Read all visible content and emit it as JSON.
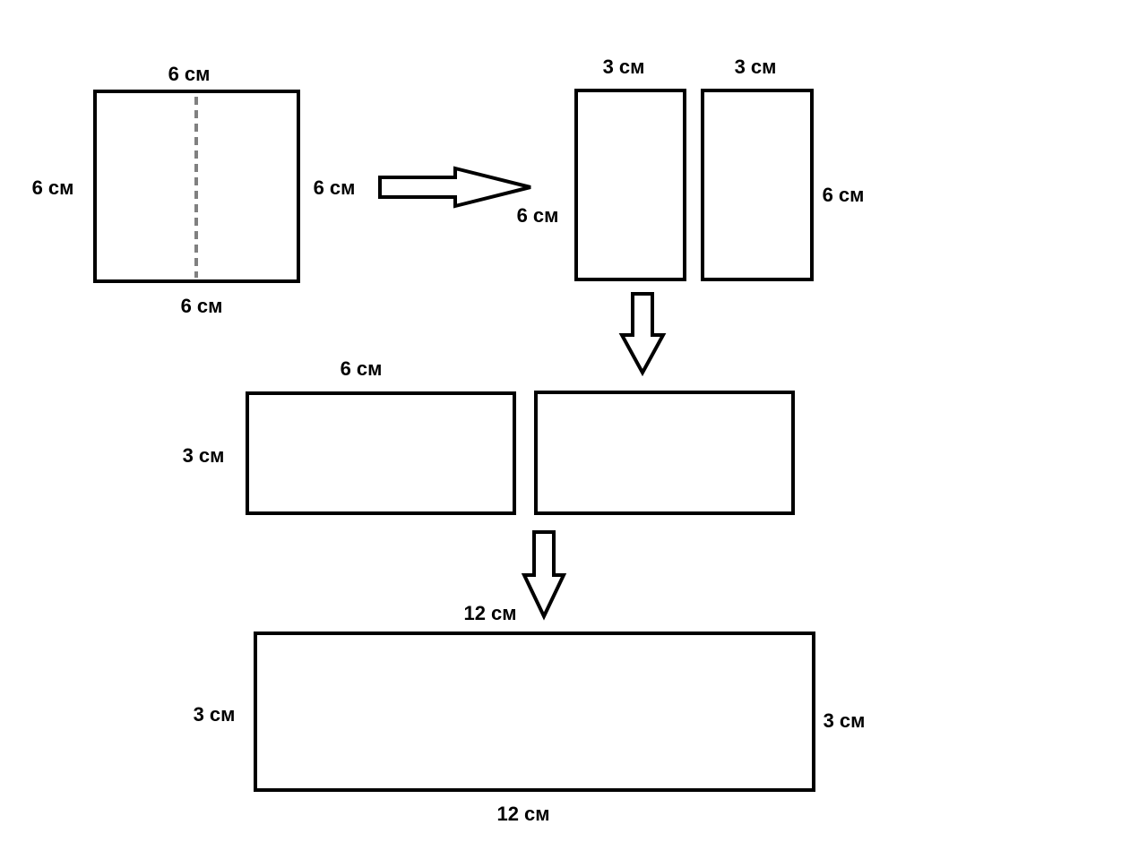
{
  "colors": {
    "background": "#ffffff",
    "outline": "#000000",
    "cut_line": "#808080"
  },
  "square": {
    "top": "6 см",
    "left": "6 см",
    "right": "6 см",
    "bottom": "6 см"
  },
  "halves": {
    "left_top": "3 см",
    "right_top": "3 см",
    "left_side": "6 см",
    "right_side": "6 см"
  },
  "rotated": {
    "top": "6 см",
    "side": "3 см"
  },
  "result": {
    "top": "12 см",
    "left": "3 см",
    "right": "3 см",
    "bottom": "12 см"
  }
}
